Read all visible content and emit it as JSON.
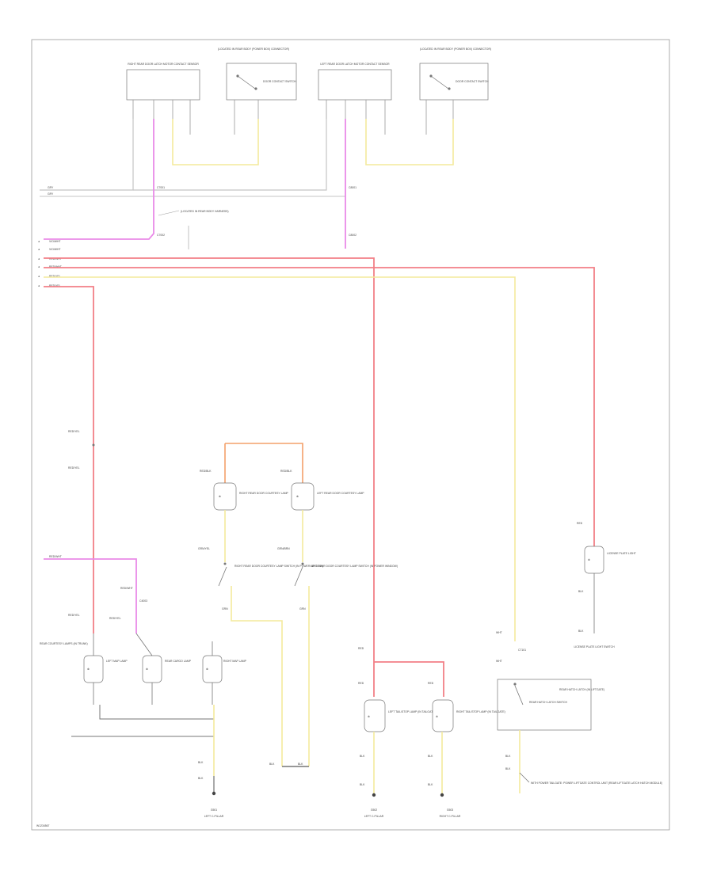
{
  "colors": {
    "red": "#f27f86",
    "pink": "#e98be8",
    "yellow": "#f4ea9c",
    "orange": "#f3a06a",
    "gray": "#c4c4c4",
    "black": "#777777"
  },
  "top": {
    "right_sensor_note": "(LOCATED IN REAR BODY (POWER BOX) CONNECTOR)",
    "left_sensor_note": "(LOCATED IN REAR BODY (POWER BOX) CONNECTOR)",
    "right_sensor_label": "RIGHT REAR DOOR LATCH MOTOR CONTACT SENSOR",
    "right_switch_label": "DOOR CONTACT SWITCH",
    "left_sensor_label": "LEFT REAR DOOR LATCH MOTOR CONTACT SENSOR",
    "left_switch_label": "DOOR CONTACT SWITCH",
    "wire_gray1": "GRY",
    "wire_gray2": "GRY",
    "conn_c7_1": "C7001",
    "conn_c7_2": "C7002",
    "sep_conn_label": "(LOCATED IN REAR BODY HARNESS)",
    "conn_c8_1": "C8001",
    "conn_c8_2": "C8002"
  },
  "bus": {
    "wires": [
      "VIO/WHT",
      "VIO/WHT",
      "RED/WHT",
      "RED/WHT",
      "RED/YEL",
      "RED/YEL"
    ]
  },
  "rear": {
    "wire_redyel_a": "RED/YEL",
    "wire_redyel_b": "RED/YEL",
    "wire_redblk_1": "RED/BLK",
    "wire_redblk_2": "RED/BLK",
    "right_lamp": "RIGHT REAR DOOR COURTESY LAMP",
    "left_lamp": "LEFT REAR DOOR COURTESY LAMP",
    "wire_grn1": "GRN/YEL",
    "wire_grn2": "GRN/BRN",
    "right_door_switch": "RIGHT REAR DOOR COURTESY LAMP SWITCH (IN POWER WINDOW)",
    "left_door_switch": "LEFT REAR DOOR COURTESY LAMP SWITCH (IN POWER WINDOW)",
    "wire_mid1": "GRN",
    "wire_mid2": "GRN",
    "wire_redwht": "RED/WHT",
    "wire_redwht2": "RED/WHT",
    "conn_mid": "C4003",
    "wire_redyel_c": "RED/YEL",
    "rear_courtesy": "REAR COURTESY LAMPS (IN TRUNK)",
    "lamp_left_map": "LEFT MAP LAMP",
    "lamp_rear_cargo": "REAR CARGO LAMP",
    "lamp_right_map": "RIGHT MAP LAMP",
    "wire_blk1": "BLK",
    "wire_blk2": "BLK",
    "gnd1": "G501",
    "gnd1_loc": "LEFT C-PILLAR",
    "wire_red_mid": "RED",
    "wire_red_mid2": "RED",
    "lamp_left_tail": "LEFT TAIL/STOP LAMP (IN TAILGATE)",
    "lamp_right_tail": "RIGHT TAIL/STOP LAMP (IN TAILGATE)",
    "wire_blk3": "BLK",
    "wire_blk4": "BLK",
    "gnd2": "G502",
    "gnd2_loc": "LEFT C-PILLAR",
    "gnd3": "G503",
    "gnd3_loc": "RIGHT C-PILLAR",
    "wire_red_r": "RED",
    "wire_red_r2": "RED",
    "wire_wht": "WHT",
    "conn_right": "C7101",
    "license_lamp": "LICENSE PLATE LIGHT",
    "wire_blk5": "BLK",
    "wire_blk6": "BLK",
    "rear_switch": "REAR HATCH LATCH SWITCH",
    "license_switch": "LICENSE PLATE LIGHT SWITCH",
    "latch_box": "REAR HATCH LATCH (IN LIFTGATE)",
    "wire_blk7": "BLK",
    "wire_blk8": "BLK",
    "bottom_note": "WITH POWER TAILGATE: POWER LIFTGATE CONTROL UNIT (REAR LIFTGATE LATCH HATCH MODULE)",
    "figure_id": "W1234567"
  }
}
